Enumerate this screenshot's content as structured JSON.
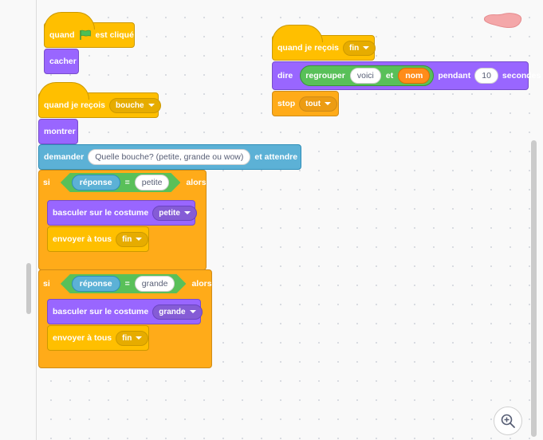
{
  "script1": {
    "hat_label": "quand",
    "hat_suffix": "est cliqué",
    "cmd1": "cacher"
  },
  "script2": {
    "hat_label": "quand je reçois",
    "hat_dropdown": "bouche",
    "show": "montrer",
    "ask_label": "demander",
    "ask_text": "Quelle bouche? (petite, grande ou wow)",
    "ask_suffix": "et attendre",
    "if1": {
      "si": "si",
      "reporter": "réponse",
      "eq": "=",
      "value": "petite",
      "alors": "alors",
      "costume_label": "basculer sur le costume",
      "costume_value": "petite",
      "broadcast_label": "envoyer à tous",
      "broadcast_value": "fin"
    },
    "if2": {
      "si": "si",
      "reporter": "réponse",
      "eq": "=",
      "value": "grande",
      "alors": "alors",
      "costume_label": "basculer sur le costume",
      "costume_value": "grande",
      "broadcast_label": "envoyer à tous",
      "broadcast_value": "fin"
    }
  },
  "script3": {
    "hat_label": "quand je reçois",
    "hat_dropdown": "fin",
    "say_label": "dire",
    "join_label": "regrouper",
    "join_a": "voici",
    "join_et": "et",
    "join_b": "nom",
    "pendant": "pendant",
    "secs_value": "10",
    "secondes": "secondes",
    "stop_label": "stop",
    "stop_value": "tout"
  },
  "colors": {
    "events": "#ffbf00",
    "looks": "#9966ff",
    "sensing": "#5cb1d6",
    "control": "#ffab19",
    "operators": "#59c059",
    "variables": "#ff8c1a"
  },
  "icons": {
    "flag": "green-flag-icon",
    "zoom": "zoom-in-icon",
    "caret": "chevron-down-icon"
  }
}
